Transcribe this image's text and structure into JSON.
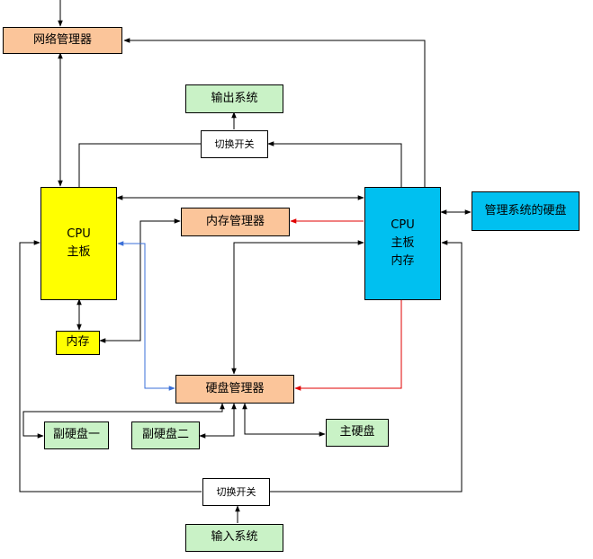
{
  "colors": {
    "manager": "#fbc59a",
    "subsystem": "#c9f2c6",
    "cpu_main": "#ffff00",
    "cpu_backup": "#00c0f0",
    "switch": "#ffffff",
    "arrow_default": "#000000",
    "arrow_red": "#e00000",
    "arrow_blue": "#3a6fd8"
  },
  "nodes": {
    "network_manager": "网络管理器",
    "output_system": "输出系统",
    "switch_top": "切换开关",
    "cpu_left": {
      "line1": "CPU",
      "line2": "主板"
    },
    "cpu_right": {
      "line1": "CPU",
      "line2": "主板",
      "line3": "内存"
    },
    "memory_manager": "内存管理器",
    "system_disk": "管理系统的硬盘",
    "memory_left": "内存",
    "disk_manager": "硬盘管理器",
    "sub_disk_1": "副硬盘一",
    "sub_disk_2": "副硬盘二",
    "main_disk": "主硬盘",
    "switch_bottom": "切换开关",
    "input_system": "输入系统"
  }
}
